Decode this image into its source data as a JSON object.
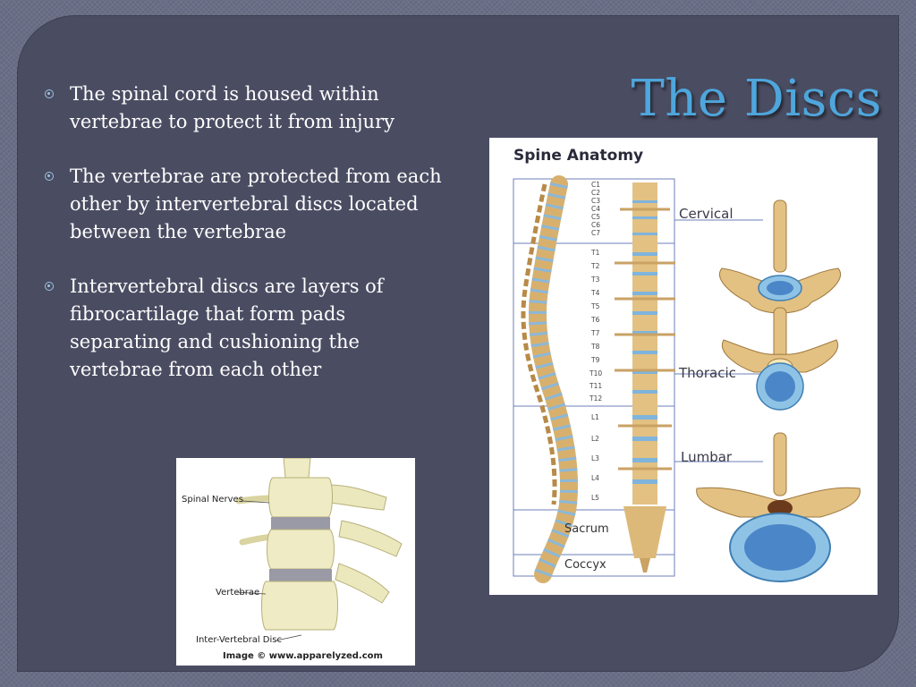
{
  "slide": {
    "title": "The Discs",
    "bullets": [
      "The spinal cord is housed within vertebrae to protect it from injury",
      "The vertebrae are protected from each other by intervertebral discs located between the vertebrae",
      "Intervertebral discs are layers of fibrocartilage that form pads separating and cushioning the vertebrae from each other"
    ]
  },
  "anatomy_figure": {
    "title": "Spine Anatomy",
    "regions": [
      "Cervical",
      "Thoracic",
      "Lumbar"
    ],
    "cervical_labels": [
      "C1",
      "C2",
      "C3",
      "C4",
      "C5",
      "C6",
      "C7"
    ],
    "thoracic_labels": [
      "T1",
      "T2",
      "T3",
      "T4",
      "T5",
      "T6",
      "T7",
      "T8",
      "T9",
      "T10",
      "T11",
      "T12"
    ],
    "lumbar_labels": [
      "L1",
      "L2",
      "L3",
      "L4",
      "L5"
    ],
    "sacrum": "Sacrum",
    "coccyx": "Coccyx"
  },
  "discs_figure": {
    "spinal_nerves": "Spinal Nerves",
    "vertebrae": "Vertebrae",
    "disc": "Inter-Vertebral Disc",
    "credit": "Image © www.apparelyzed.com"
  },
  "colors": {
    "background": "#6a6e86",
    "panel": "#4a4d62",
    "title": "#4ea6dc",
    "text": "#ffffff",
    "bone": "#e8c98a",
    "disc": "#7fb4dc"
  }
}
